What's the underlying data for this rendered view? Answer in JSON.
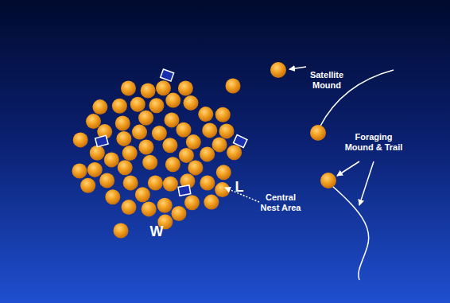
{
  "diagram": {
    "labels": [
      "Satellite Mound",
      "Foraging Mound & Trail",
      "L",
      "Central Nest Area",
      "W"
    ]
  }
}
